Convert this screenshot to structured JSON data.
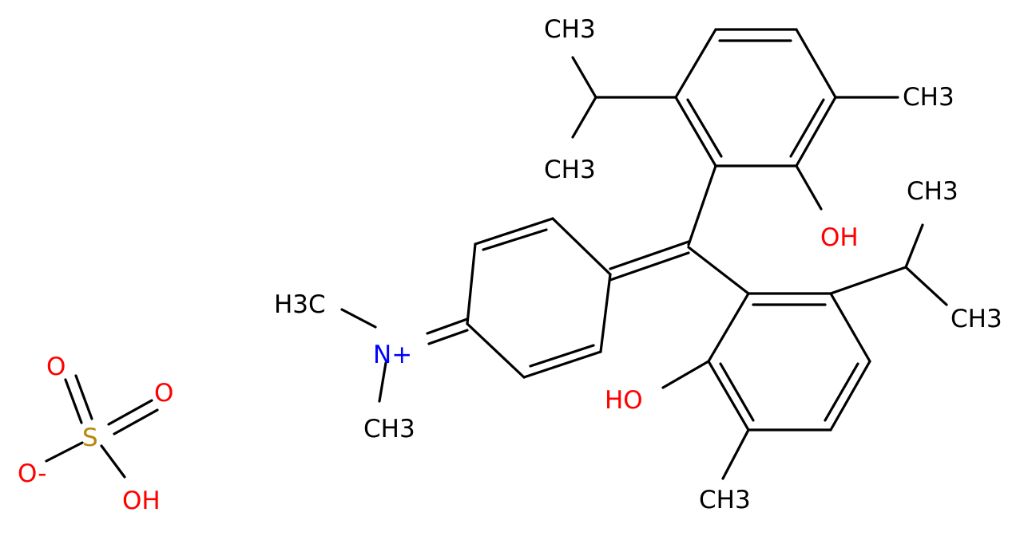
{
  "colors": {
    "bond": "#000000",
    "carbon_label": "#000000",
    "oxygen": "#ff0000",
    "nitrogen": "#0000ff",
    "sulfur": "#b8860b"
  },
  "labels": {
    "ch3_top": "CH3",
    "ch3_top_right": "CH3",
    "ch3_mid_left": "CH3",
    "oh_upper": "OH",
    "ch3_right_upper": "CH3",
    "ch3_right_lower": "CH3",
    "h3c_left": "H3C",
    "ch3_n_lower": "CH3",
    "ho_lower": "HO",
    "ch3_bottom": "CH3",
    "n_plus": "N+",
    "sulfate_o_top": "O",
    "sulfate_o_right": "O",
    "sulfate_s": "S",
    "sulfate_o_minus": "O-",
    "sulfate_oh": "OH"
  }
}
